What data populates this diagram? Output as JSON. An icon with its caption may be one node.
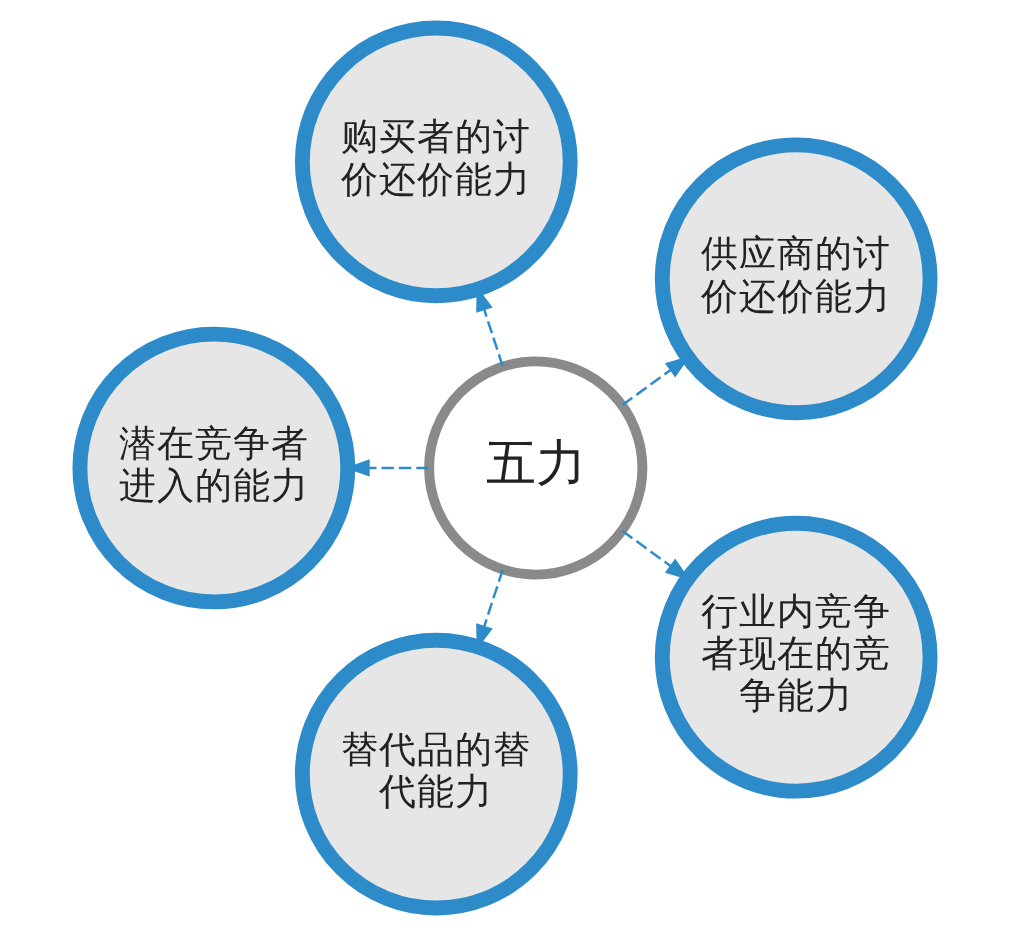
{
  "diagram": {
    "nodes": [
      {
        "text": [
          "供应商的讨价还价能力"
        ]
      },
      {
        "text": [
          "购买者的讨价还价能力"
        ]
      },
      {
        "text": [
          "潜在竞争者进入的能力"
        ]
      },
      {
        "text": [
          "五力"
        ]
      },
      {
        "text": [
          "替代品的替代能力"
        ]
      },
      {
        "text": [
          "行业内竞争者现在的竞争能力"
        ]
      }
    ],
    "edges": [
      {
        "from": 3,
        "to": 0,
        "arrow": "to",
        "style": "dashed"
      },
      {
        "from": 3,
        "to": 1,
        "arrow": "to",
        "style": "dashed"
      },
      {
        "from": 3,
        "to": 2,
        "arrow": "to",
        "style": "dashed"
      },
      {
        "from": 3,
        "to": 4,
        "arrow": "to",
        "style": "dashed"
      },
      {
        "from": 3,
        "to": 5,
        "arrow": "to",
        "style": "dashed"
      }
    ]
  }
}
